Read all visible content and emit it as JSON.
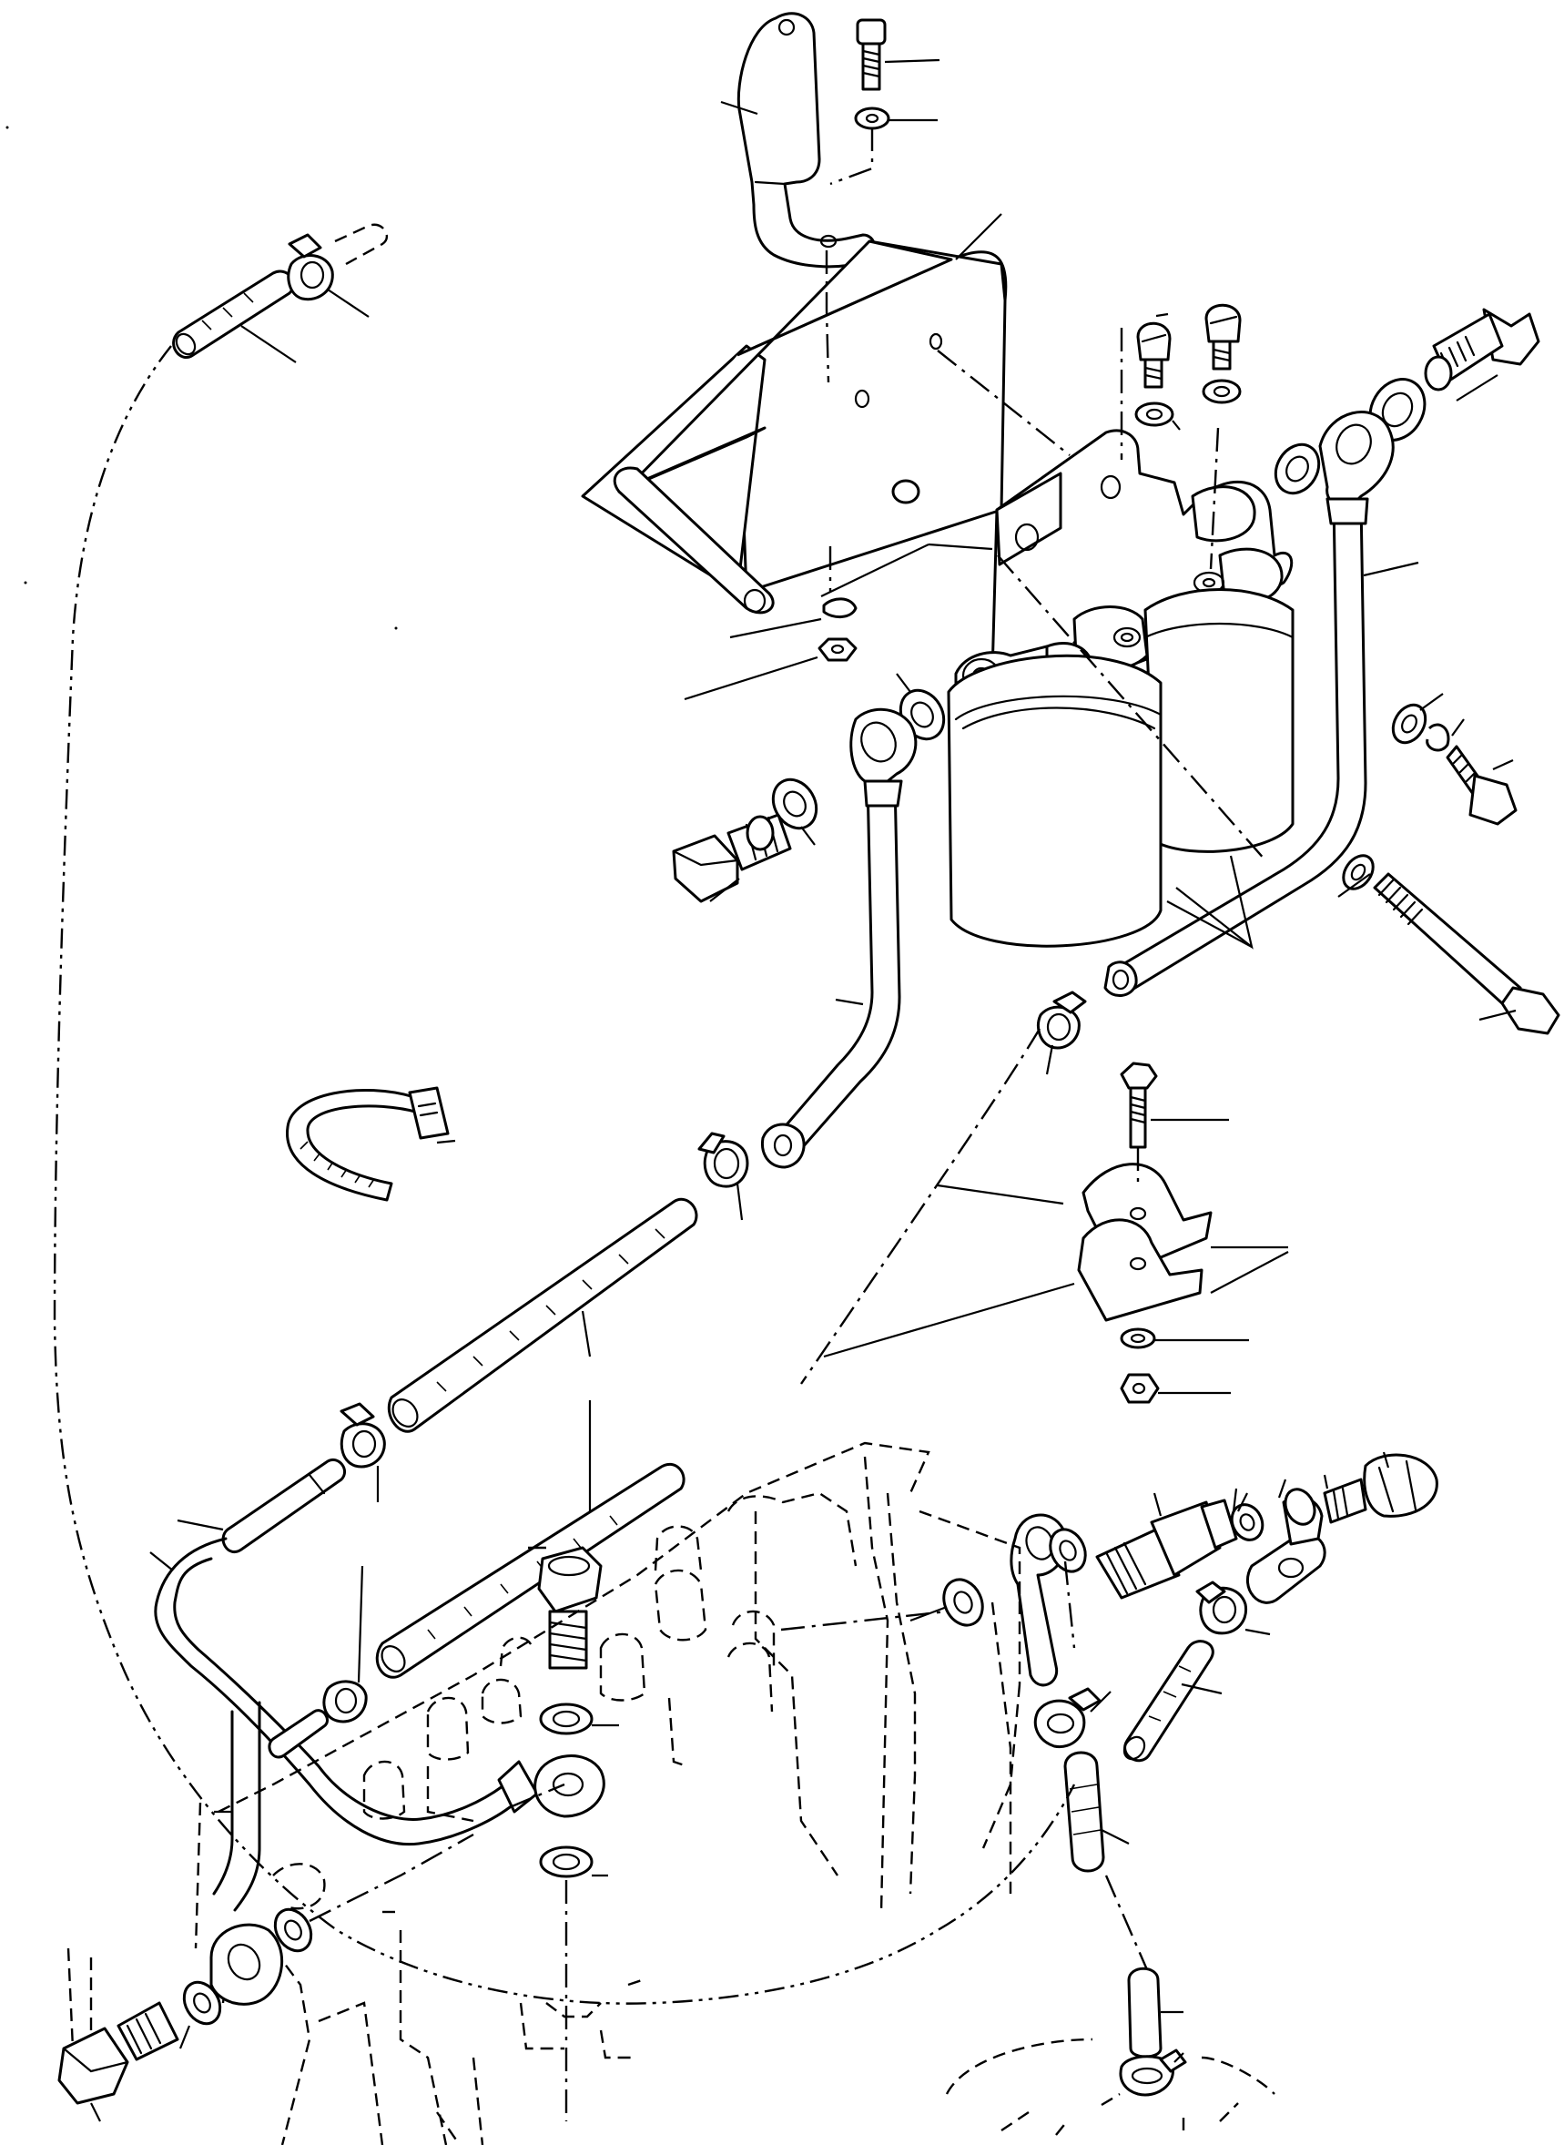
{
  "diagram": {
    "kind": "exploded-parts-view",
    "line_color": "#000000",
    "background_color": "#ffffff",
    "parts": [
      {
        "id": "upper-bracket"
      },
      {
        "id": "bracket-bolt"
      },
      {
        "id": "bracket-washer"
      },
      {
        "id": "mounting-plate"
      },
      {
        "id": "filter-head"
      },
      {
        "id": "filter-bowl-front"
      },
      {
        "id": "filter-bowl-rear"
      },
      {
        "id": "banjo-bolt-top"
      },
      {
        "id": "banjo-bolt-left"
      },
      {
        "id": "fuel-pipe-right"
      },
      {
        "id": "fuel-pipe-center"
      },
      {
        "id": "fuel-hose-upper"
      },
      {
        "id": "fuel-hose-lower"
      },
      {
        "id": "fuel-hose-mid"
      },
      {
        "id": "hose-clamp"
      },
      {
        "id": "cable-tie"
      },
      {
        "id": "pipe-clamp"
      },
      {
        "id": "long-bolt"
      },
      {
        "id": "banjo-fitting-lower"
      },
      {
        "id": "injection-pump-phantom"
      }
    ]
  }
}
